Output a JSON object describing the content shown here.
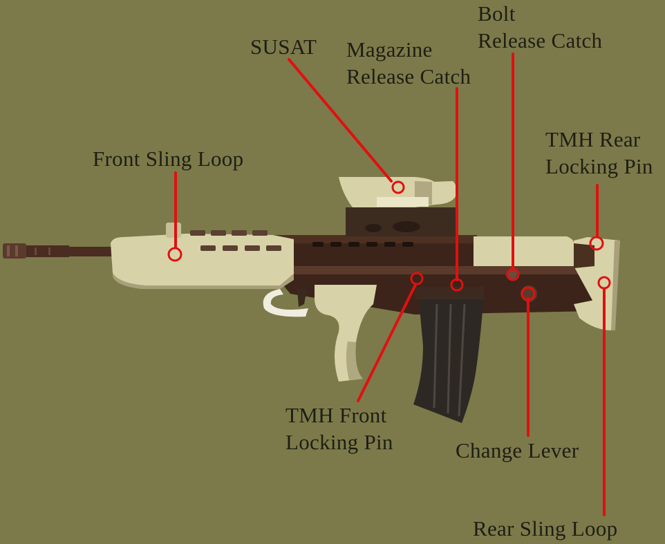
{
  "colors": {
    "background": "#7c7a4a",
    "callout_line": "#e01010",
    "furniture": "#d8d2a8",
    "receiver": "#3c241a",
    "magazine": "#2e2824",
    "label_text": "#1e1e14"
  },
  "labels": {
    "susat": {
      "line1": "SUSAT"
    },
    "magazine_release": {
      "line1": "Magazine",
      "line2": "Release Catch"
    },
    "bolt_release": {
      "line1": "Bolt",
      "line2": "Release Catch"
    },
    "tmh_rear": {
      "line1": "TMH Rear",
      "line2": "Locking Pin"
    },
    "front_sling": {
      "line1": "Front Sling Loop"
    },
    "tmh_front": {
      "line1": "TMH Front",
      "line2": "Locking Pin"
    },
    "change_lever": {
      "line1": "Change Lever"
    },
    "rear_sling": {
      "line1": "Rear Sling Loop"
    }
  }
}
